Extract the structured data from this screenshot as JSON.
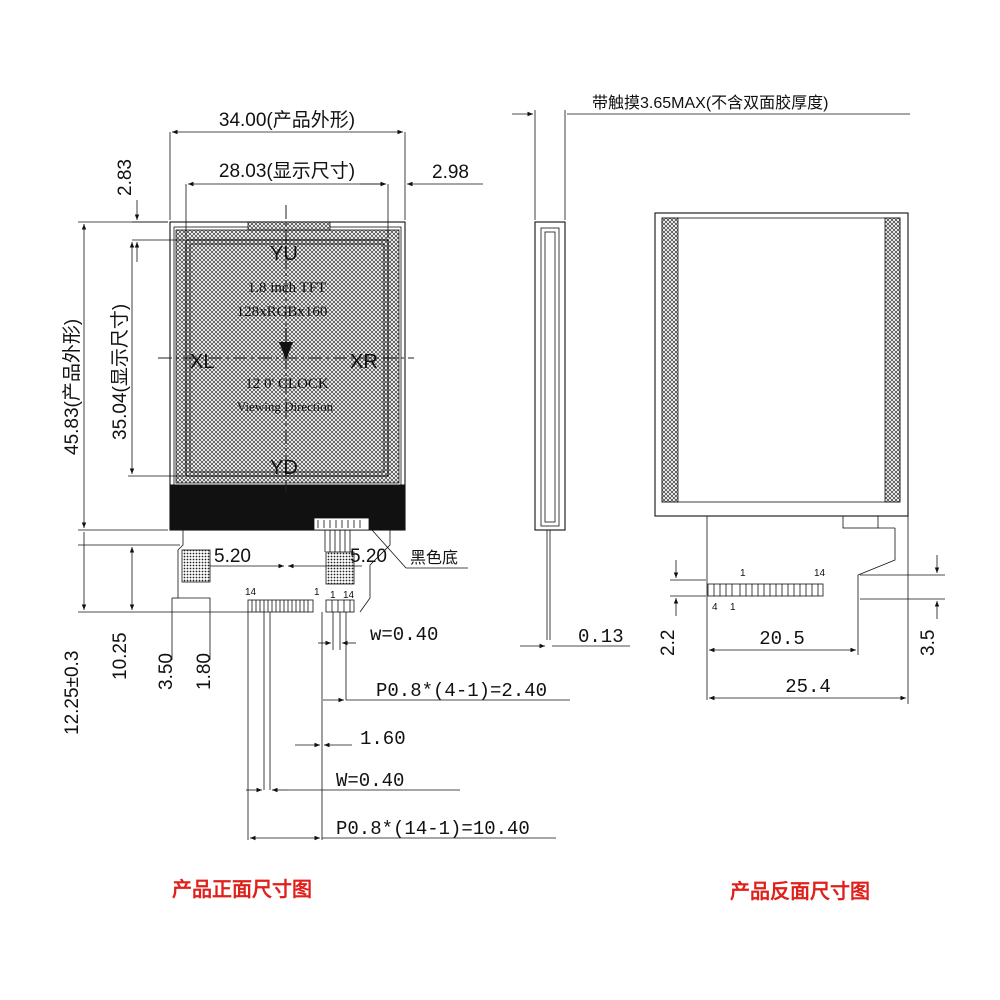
{
  "front": {
    "caption": "产品正面尺寸图",
    "dims": {
      "outline_width": "34.00(产品外形)",
      "view_width": "28.03(显示尺寸)",
      "right_offset": "2.98",
      "top_offset": "2.83",
      "outline_height": "45.83(产品外形)",
      "view_height": "35.04(显示尺寸)",
      "fpc_left": "5.20",
      "fpc_right": "5.20",
      "fpc_len": "12.25±0.3",
      "fpc_mid": "10.25",
      "fpc_step1": "3.50",
      "fpc_step2": "1.80",
      "w_small": "w=0.40",
      "p_small": "P0.8*(4-1)=2.40",
      "gap": "1.60",
      "w_big": "W=0.40",
      "p_big": "P0.8*(14-1)=10.40"
    },
    "lcd": {
      "line1": "1.8 inch TFT",
      "line2": "128xRGBx160",
      "line3": "12 0' CLOCK",
      "line4": "Viewing Direction",
      "yu": "YU",
      "yd": "YD",
      "xl": "XL",
      "xr": "XR"
    },
    "black_base_label": "黑色底",
    "pins": {
      "p14": "14",
      "p1": "1",
      "s1": "1",
      "s14": "14"
    }
  },
  "side": {
    "thickness": "带触摸3.65MAX(不含双面胶厚度)",
    "fpc_thick": "0.13"
  },
  "back": {
    "caption": "产品反面尺寸图",
    "dims": {
      "pad_span": "20.5",
      "total": "25.4",
      "left_h": "2.2",
      "right_h": "3.5"
    },
    "pins": {
      "a1": "1",
      "a14": "14",
      "b4": "4",
      "b1": "1"
    }
  }
}
